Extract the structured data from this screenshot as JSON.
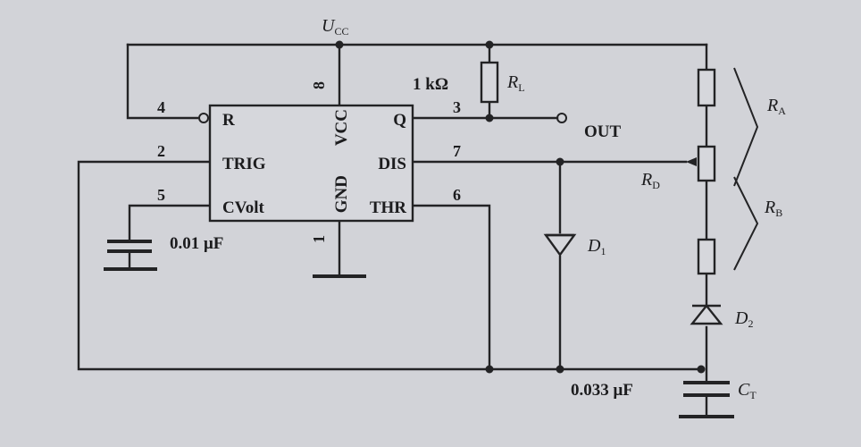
{
  "supply": {
    "main": "U",
    "sub": "CC"
  },
  "ic": {
    "pins": {
      "reset": "R",
      "trig": "TRIG",
      "cvolt": "CVolt",
      "q": "Q",
      "dis": "DIS",
      "thr": "THR",
      "vcc": "VCC",
      "gnd": "GND"
    },
    "pin_numbers": {
      "p4": "4",
      "p2": "2",
      "p5": "5",
      "p3": "3",
      "p7": "7",
      "p6": "6",
      "p8": "8",
      "p1": "1"
    }
  },
  "components": {
    "rl_value": "1 kΩ",
    "rl_name": {
      "main": "R",
      "sub": "L"
    },
    "cap_cv_value": "0.01 μF",
    "cap_t_value": "0.033 μF",
    "ct_name": {
      "main": "C",
      "sub": "T"
    },
    "ra_name": {
      "main": "R",
      "sub": "A"
    },
    "rb_name": {
      "main": "R",
      "sub": "B"
    },
    "rd_name": {
      "main": "R",
      "sub": "D"
    },
    "d1_name": {
      "main": "D",
      "sub": "1"
    },
    "d2_name": {
      "main": "D",
      "sub": "2"
    },
    "out_label": "OUT"
  },
  "colors": {
    "background": "#d2d3d8",
    "ink": "#232325"
  }
}
